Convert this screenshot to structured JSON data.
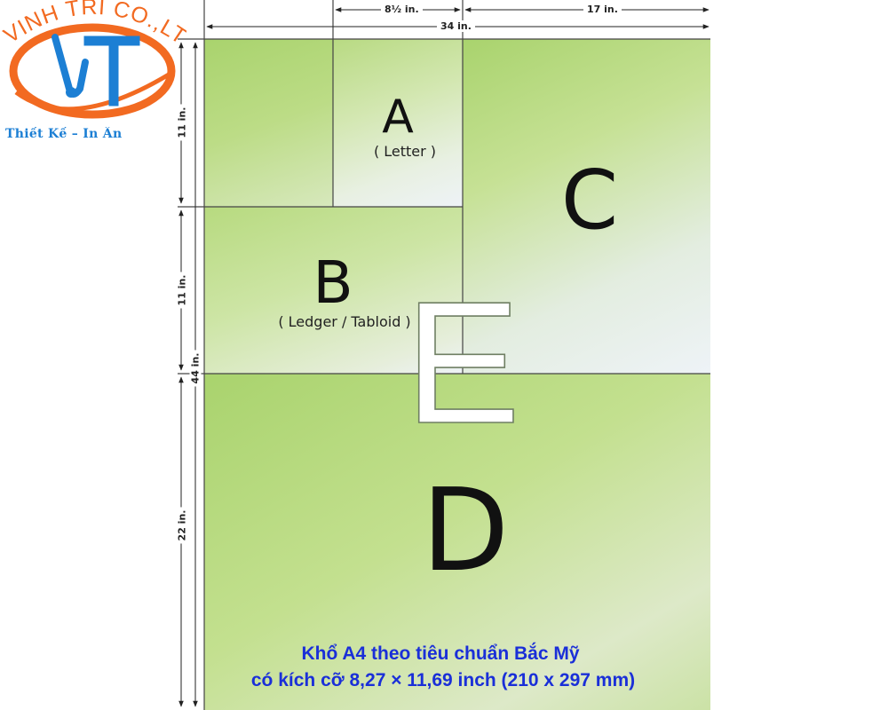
{
  "brand": {
    "name": "VINH TRI CO.,LTD",
    "tagline": "Thiết Kế – In Ấn",
    "colors": {
      "primary": "#f26a21",
      "secondary": "#1c7fd4"
    }
  },
  "diagram": {
    "dimensions": {
      "letter_width": "8½ in.",
      "half_width": "17 in.",
      "full_width": "34 in.",
      "letter_height": "11 in.",
      "b_height": "11 in.",
      "full_height": "44 in.",
      "d_height": "22 in."
    },
    "papers": {
      "a": {
        "letter": "A",
        "label": "( Letter )"
      },
      "b": {
        "letter": "B",
        "label": "( Ledger / Tabloid )"
      },
      "c": {
        "letter": "C"
      },
      "d": {
        "letter": "D"
      },
      "e": {
        "letter": "E"
      }
    },
    "caption_line1": "Khổ A4 theo tiêu chuẩn Bắc Mỹ",
    "caption_line2": "có kích cỡ 8,27 × 11,69 inch (210 x 297 mm)",
    "colors": {
      "green": "#a9d36d",
      "pale": "#eef3f7",
      "caption": "#1a2fd8",
      "line": "#444444"
    }
  }
}
